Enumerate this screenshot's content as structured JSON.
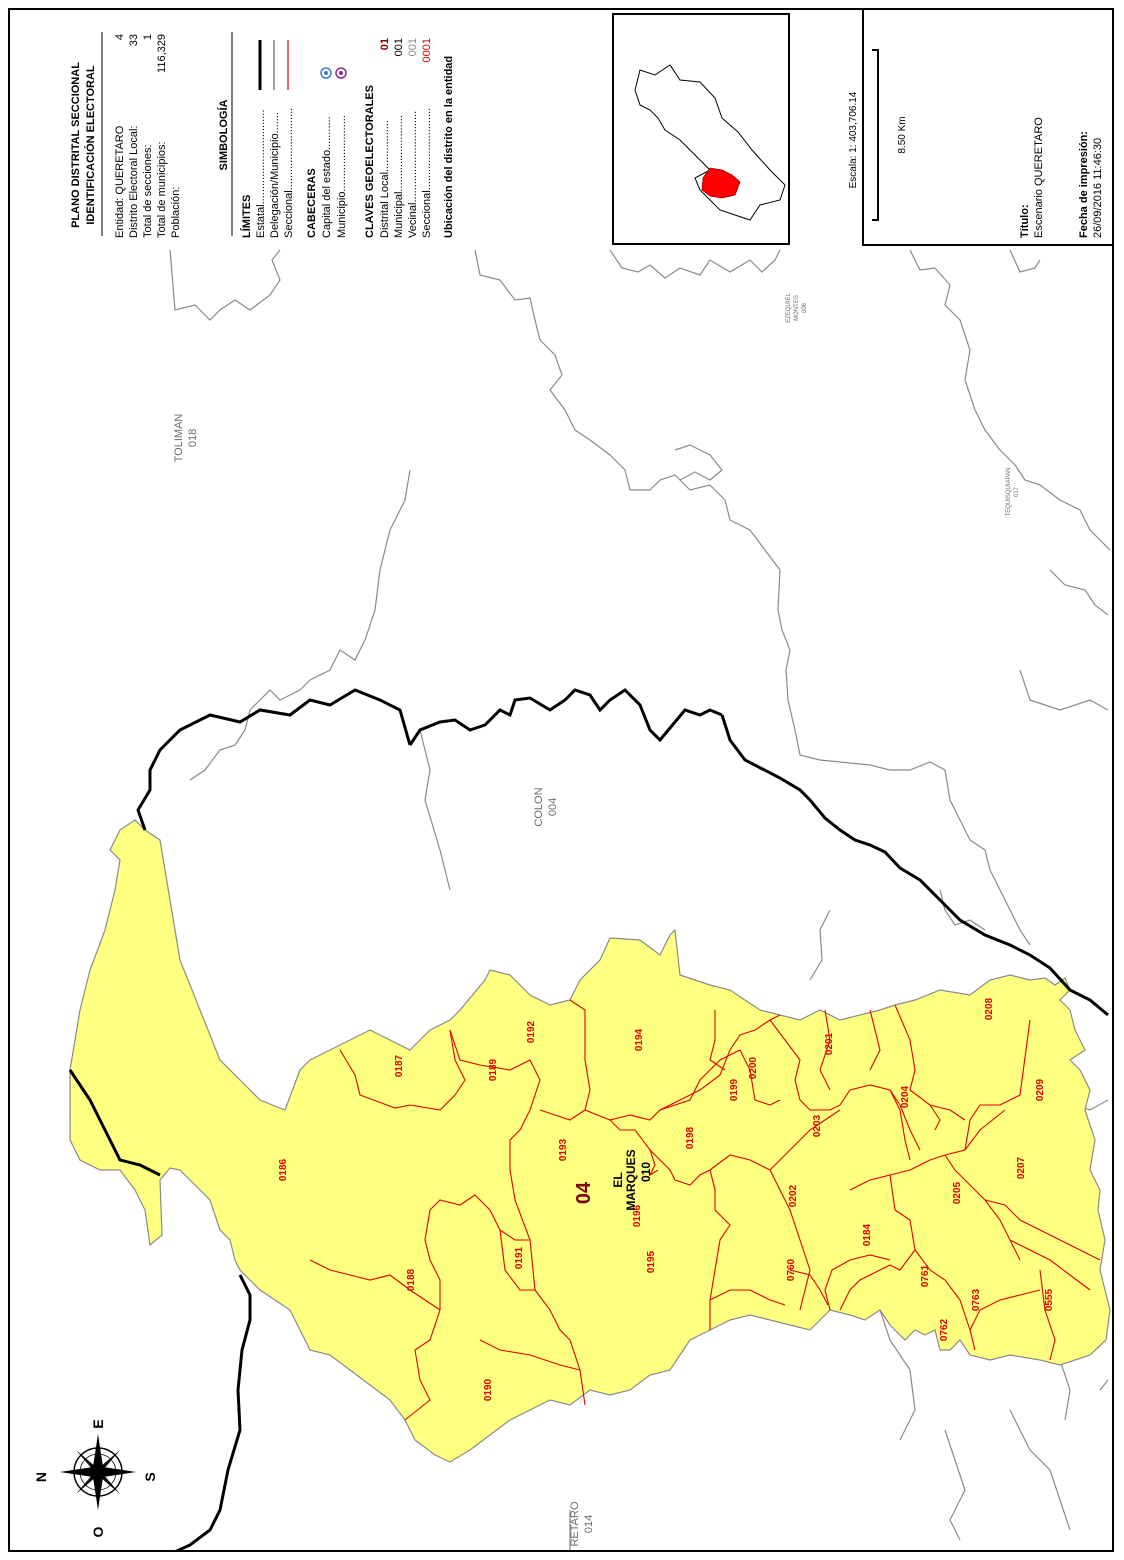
{
  "header": {
    "title_line1": "PLANO DISTRITAL SECCIONAL",
    "title_line2": "IDENTIFICACIÓN ELECTORAL"
  },
  "info": {
    "entidad_label": "Entidad: QUERETARO",
    "entidad_value": "4",
    "distrito_label": "Distrito Electoral Local:",
    "distrito_value": "33",
    "secciones_label": "Total de secciones:",
    "secciones_value": "1",
    "municipios_label": "Total de municipios:",
    "municipios_value": "116,329",
    "poblacion_label": "Población:"
  },
  "simbologia": {
    "title": "SIMBOLOGÍA",
    "limites_title": "LÍMITES",
    "estatal": "Estatal...............................",
    "delegacion": "Delegación/Municipio.......",
    "seccional": "Seccional...........................",
    "cabeceras_title": "CABECERAS",
    "capital": "Capital del estado...........",
    "municipio": "Municipio.........................",
    "claves_title": "CLAVES GEOELECTORALES",
    "distrital": "Distrital Local.................",
    "distrital_code": "01",
    "municipal": "Municipal.........................",
    "municipal_code": "001",
    "vecinal": "Vecinal..............................",
    "vecinal_code": "001",
    "seccional_clave": "Seccional...........................",
    "seccional_code": "0001",
    "ubicacion_title": "Ubicación del distrito en la entidad"
  },
  "scale": {
    "escala": "Escala: 1: 403,706.14",
    "distance": "8.50 Km"
  },
  "footer": {
    "titulo_label": "Título:",
    "titulo_value": "Escenario QUERETARO",
    "fecha_label": "Fecha de impresión:",
    "fecha_value": "26/09/2016 11:46:30"
  },
  "compass": {
    "n": "N",
    "e": "E",
    "s": "S",
    "o": "O"
  },
  "map_labels": {
    "district": "04",
    "municipality_name_1": "EL",
    "municipality_name_2": "MARQUES",
    "municipality_code": "010",
    "neighbors": {
      "toliman": "TOLIMAN",
      "toliman_code": "018",
      "colon": "COLON",
      "colon_code": "004",
      "ezequiel": "EZEQUIEL",
      "ezequiel2": "MONTES",
      "ezequiel_code": "006",
      "tequis": "TEQUISQUIAPAN",
      "tequis_code": "017",
      "queretaro": "RETARO",
      "queretaro_code": "014"
    },
    "sections": [
      "0186",
      "0187",
      "0188",
      "0189",
      "0190",
      "0191",
      "0192",
      "0193",
      "0194",
      "0195",
      "0196",
      "0198",
      "0199",
      "0200",
      "0201",
      "0202",
      "0203",
      "0204",
      "0205",
      "0207",
      "0208",
      "0209",
      "0555",
      "0760",
      "0761",
      "0762",
      "0763",
      "0184"
    ]
  },
  "colors": {
    "district_fill": "#ffff80",
    "section_line": "#e00000",
    "muni_line": "#808080",
    "state_line": "#000000"
  }
}
